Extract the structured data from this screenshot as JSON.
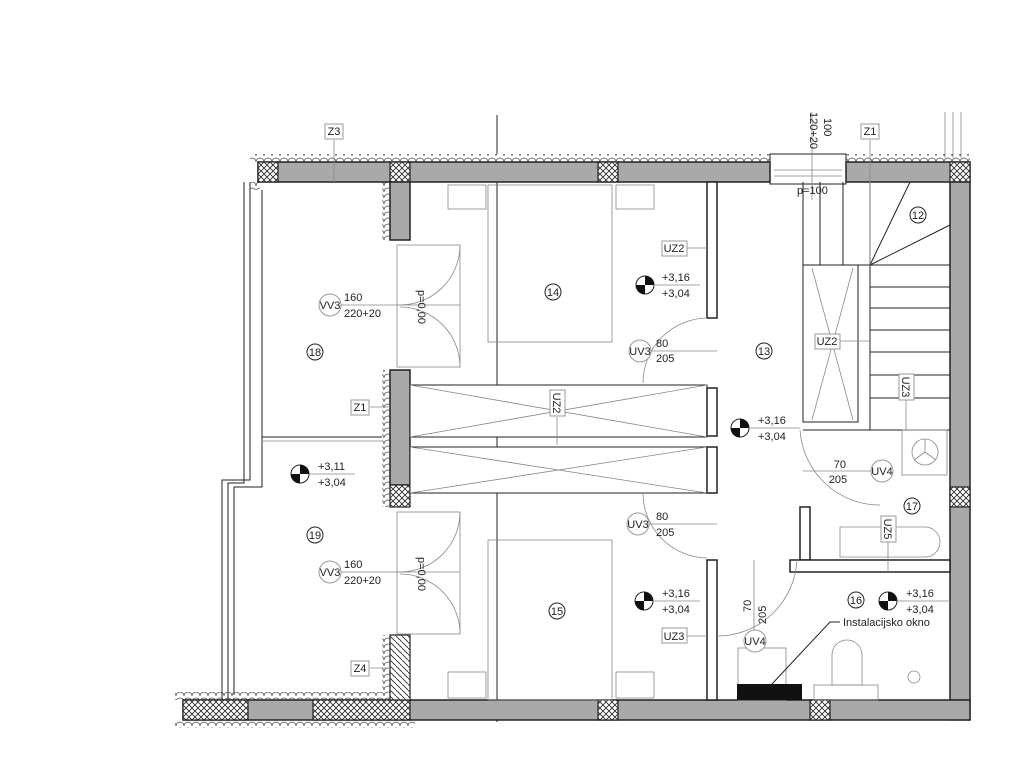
{
  "plan": {
    "rooms": [
      "12",
      "13",
      "14",
      "15",
      "16",
      "17",
      "18",
      "19"
    ],
    "wall_tags": {
      "z3": "Z3",
      "z1_top": "Z1",
      "z1_left": "Z1",
      "z4": "Z4",
      "uz2_a": "UZ2",
      "uz2_b": "UZ2",
      "uz2_c": "UZ2",
      "uz3_a": "UZ3",
      "uz3_b": "UZ3",
      "uz5": "UZ5"
    },
    "doors": {
      "vv3_18": {
        "code": "VV3",
        "w": "160",
        "h": "220+20",
        "sill": "p=0,00"
      },
      "vv3_19": {
        "code": "VV3",
        "w": "160",
        "h": "220+20",
        "sill": "p=0,00"
      },
      "uv3_14": {
        "code": "UV3",
        "w": "80",
        "h": "205"
      },
      "uv3_15": {
        "code": "UV3",
        "w": "80",
        "h": "205"
      },
      "uv4_17": {
        "code": "UV4",
        "w": "70",
        "h": "205"
      },
      "uv4_16": {
        "code": "UV4",
        "w": "70",
        "h": "205"
      }
    },
    "window_top": {
      "w": "100",
      "h": "120+20",
      "sill": "p=100"
    },
    "levels": {
      "l14": {
        "top": "+3,16",
        "bottom": "+3,04"
      },
      "l13": {
        "top": "+3,16",
        "bottom": "+3,04"
      },
      "l19": {
        "top": "+3,11",
        "bottom": "+3,04"
      },
      "l15": {
        "top": "+3,16",
        "bottom": "+3,04"
      },
      "l16": {
        "top": "+3,16",
        "bottom": "+3,04"
      }
    },
    "annotation": "Instalacijsko okno"
  }
}
